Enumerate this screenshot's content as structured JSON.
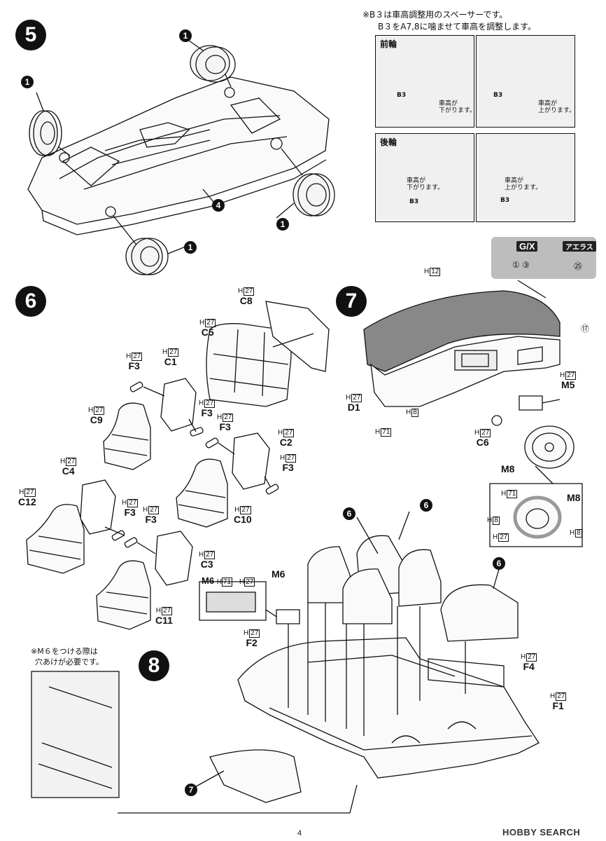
{
  "steps": {
    "s5": "5",
    "s6": "6",
    "s7": "7",
    "s8": "8"
  },
  "callouts": {
    "c1": "1",
    "c4": "4",
    "c6": "6",
    "c7": "7"
  },
  "step5": {
    "note_line1": "※B３は車高調整用のスペーサーです。",
    "note_line2": "B３をA7,8に噛ませて車高を調整します。",
    "front_label": "前輪",
    "rear_label": "後輪",
    "b3": "B3",
    "down_text": "車高が\n下がります。",
    "up_text": "車高が\n上がります。"
  },
  "step6": {
    "C8": {
      "sp": "H",
      "n": "27",
      "p": "C8"
    },
    "C5": {
      "sp": "H",
      "n": "27",
      "p": "C5"
    },
    "F3a": {
      "sp": "H",
      "n": "27",
      "p": "F3"
    },
    "C1": {
      "sp": "H",
      "n": "27",
      "p": "C1"
    },
    "C9": {
      "sp": "H",
      "n": "27",
      "p": "C9"
    },
    "F3b": {
      "sp": "H",
      "n": "27",
      "p": "F3"
    },
    "F3c": {
      "sp": "H",
      "n": "27",
      "p": "F3"
    },
    "C2": {
      "sp": "H",
      "n": "27",
      "p": "C2"
    },
    "F3d": {
      "sp": "H",
      "n": "27",
      "p": "F3"
    },
    "C4": {
      "sp": "H",
      "n": "27",
      "p": "C4"
    },
    "C10": {
      "sp": "H",
      "n": "27",
      "p": "C10"
    },
    "C12": {
      "sp": "H",
      "n": "27",
      "p": "C12"
    },
    "F3e": {
      "sp": "H",
      "n": "27",
      "p": "F3"
    },
    "F3f": {
      "sp": "H",
      "n": "27",
      "p": "F3"
    },
    "C3": {
      "sp": "H",
      "n": "27",
      "p": "C3"
    },
    "C11": {
      "sp": "H",
      "n": "27",
      "p": "C11"
    }
  },
  "step7": {
    "H12": {
      "sp": "H",
      "n": "12"
    },
    "D1": {
      "sp": "H",
      "n": "27",
      "p": "D1"
    },
    "H8a": {
      "sp": "H",
      "n": "8"
    },
    "H71a": {
      "sp": "H",
      "n": "71"
    },
    "M5": {
      "sp": "H",
      "n": "27",
      "p": "M5"
    },
    "C6": {
      "sp": "H",
      "n": "27",
      "p": "C6"
    },
    "M8": "M8",
    "M8b": "M8",
    "H71b": {
      "sp": "H",
      "n": "71"
    },
    "H8b": {
      "sp": "H",
      "n": "8"
    },
    "H27": {
      "sp": "H",
      "n": "27"
    },
    "H8c": {
      "sp": "H",
      "n": "8"
    },
    "paint": {
      "gx": "G/X",
      "aeras": "アエラス",
      "row1": "① ③",
      "row2": "㉕",
      "n17": "⑰"
    }
  },
  "step8": {
    "M6box": {
      "p": "M6",
      "sp": "H",
      "n": "71",
      "sp2": "H",
      "n2": "27"
    },
    "M6": "M6",
    "F2": {
      "sp": "H",
      "n": "27",
      "p": "F2"
    },
    "F4": {
      "sp": "H",
      "n": "27",
      "p": "F4"
    },
    "F1": {
      "sp": "H",
      "n": "27",
      "p": "F1"
    },
    "note_line1": "※M６をつける際は",
    "note_line2": "穴あけが必要です。"
  },
  "footer": {
    "page": "4",
    "watermark": "HOBBY SEARCH"
  }
}
